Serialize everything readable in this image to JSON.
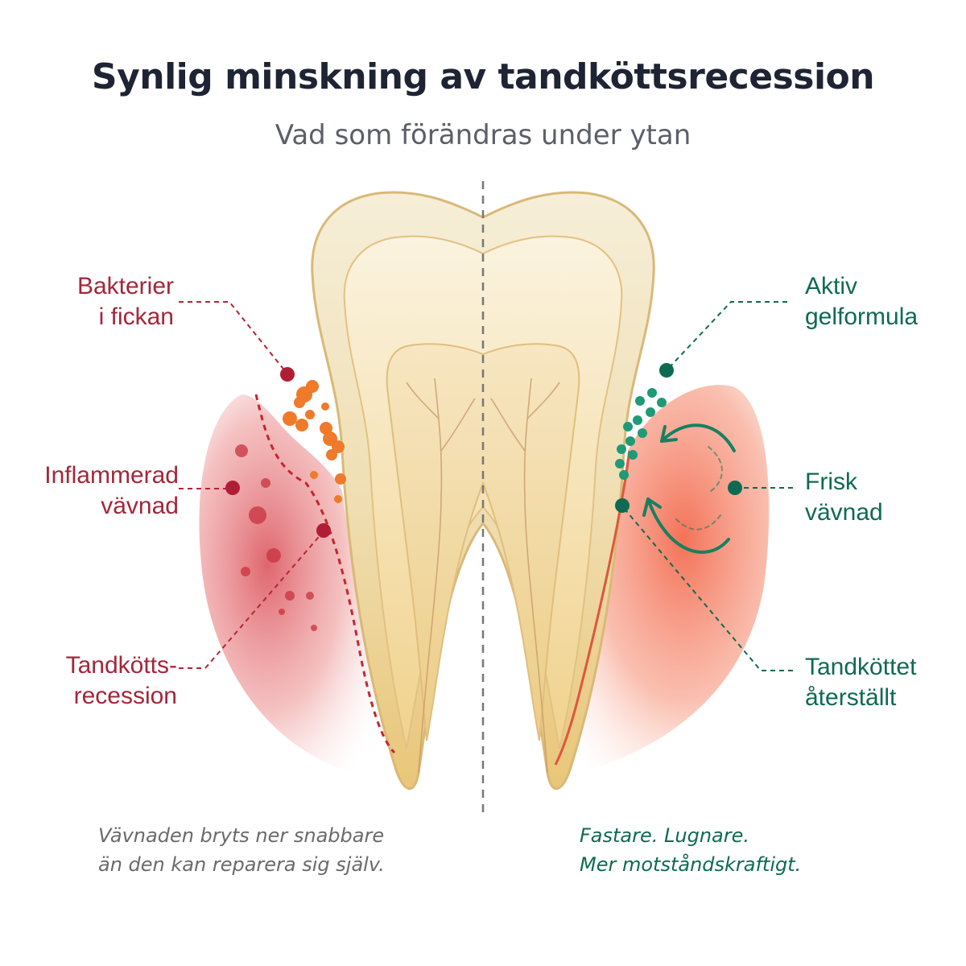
{
  "header": {
    "title": "Synlig minskning av tandköttsrecession",
    "subtitle": "Vad som förändras under ytan"
  },
  "labels_left": {
    "bacteria": {
      "line1": "Bakterier",
      "line2": "i fickan"
    },
    "inflamed": {
      "line1": "Inflammerad",
      "line2": "vävnad"
    },
    "recession": {
      "line1": "Tandkötts-",
      "line2": "recession"
    }
  },
  "labels_right": {
    "gel": {
      "line1": "Aktiv",
      "line2": "gelformula"
    },
    "healthy": {
      "line1": "Frisk",
      "line2": "vävnad"
    },
    "restored": {
      "line1": "Tandköttet",
      "line2": "återställt"
    }
  },
  "captions": {
    "left": {
      "line1": "Vävnaden bryts ner snabbare",
      "line2": "än den kan reparera sig själv."
    },
    "right": {
      "line1": "Fastare. Lugnare.",
      "line2": "Mer motståndskraftigt."
    }
  },
  "colors": {
    "problem": "#a3263a",
    "solution": "#0e6a52",
    "bacteria": "#ef7a2a",
    "gum_left": "#e56b6b",
    "gum_right": "#f07a62"
  },
  "icons": {
    "repair_arrows": "curved-arrow-icon"
  }
}
